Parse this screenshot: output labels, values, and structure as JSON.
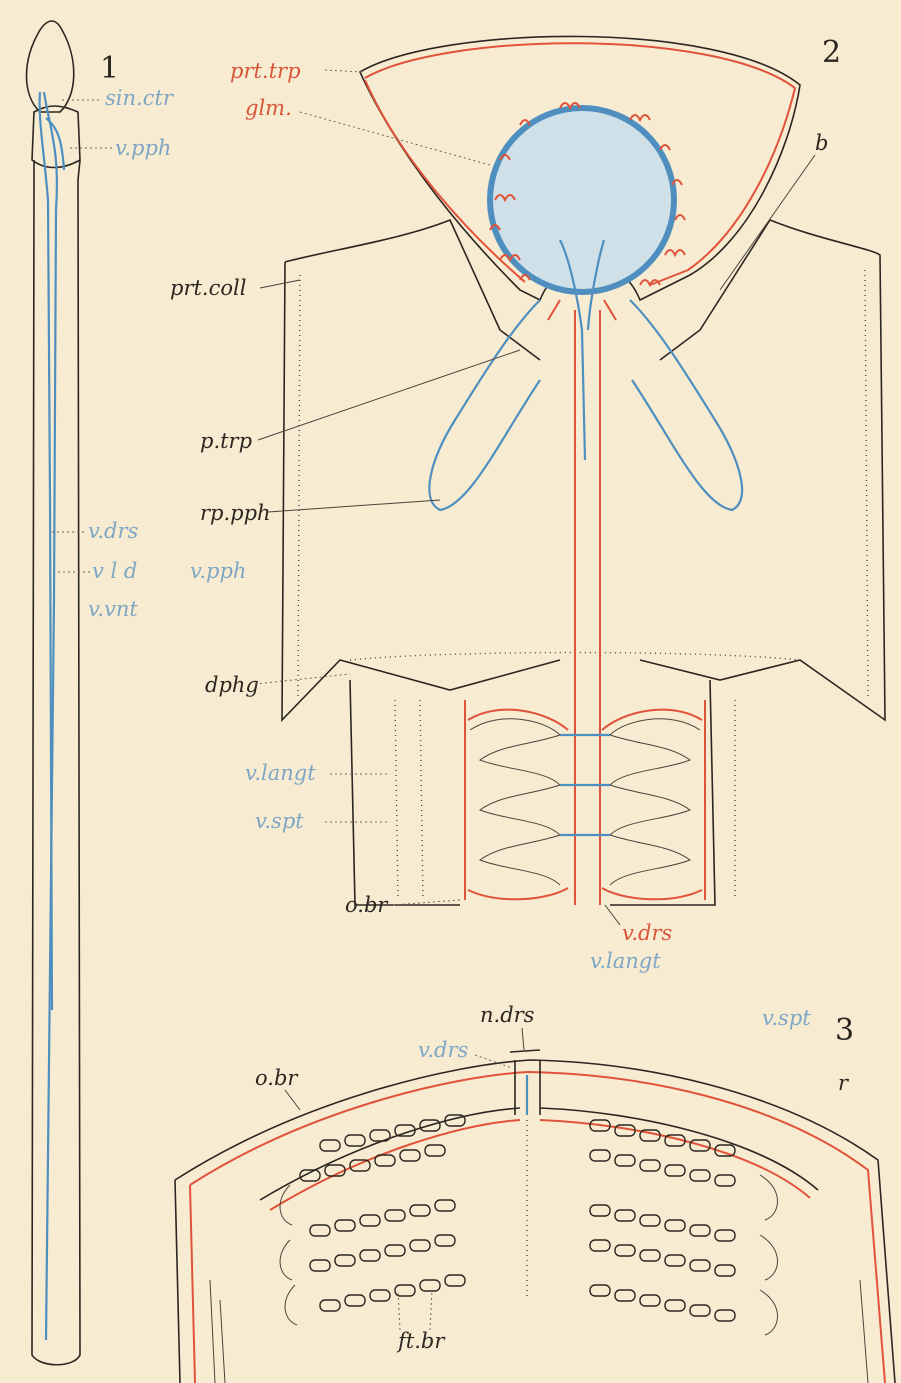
{
  "figure_numbers": {
    "fig1": "1",
    "fig2": "2",
    "fig3": "3"
  },
  "labels": {
    "fig1": {
      "sin_ctr": "sin.ctr",
      "v_pph": "v.pph",
      "v_drs": "v.drs",
      "v_l_d": "v l d",
      "v_vnt": "v.vnt"
    },
    "fig2": {
      "prt_trp": "prt.trp",
      "glm": "glm.",
      "b": "b",
      "prt_coll": "prt.coll",
      "p_trp": "p.trp",
      "rp_pph": "rp.pph",
      "v_pph": "v.pph",
      "dphg": "dphg",
      "v_langt": "v.langt",
      "v_spt": "v.spt",
      "o_br": "o.br",
      "v_drs": "v.drs"
    },
    "fig3": {
      "n_drs": "n.drs",
      "v_drs": "v.drs",
      "v_langt": "v.langt",
      "v_spt": "v.spt",
      "o_br": "o.br",
      "r": "r",
      "ft_br": "ft.br"
    }
  },
  "colors": {
    "background": "#f7ecd2",
    "ink": "#2b2620",
    "red_vessel": "#e0533a",
    "blue_vessel": "#4e8fbf",
    "blue_fill": "#cfe0e8",
    "label_red": "#d9553a",
    "label_blue": "#7fa6c4"
  }
}
